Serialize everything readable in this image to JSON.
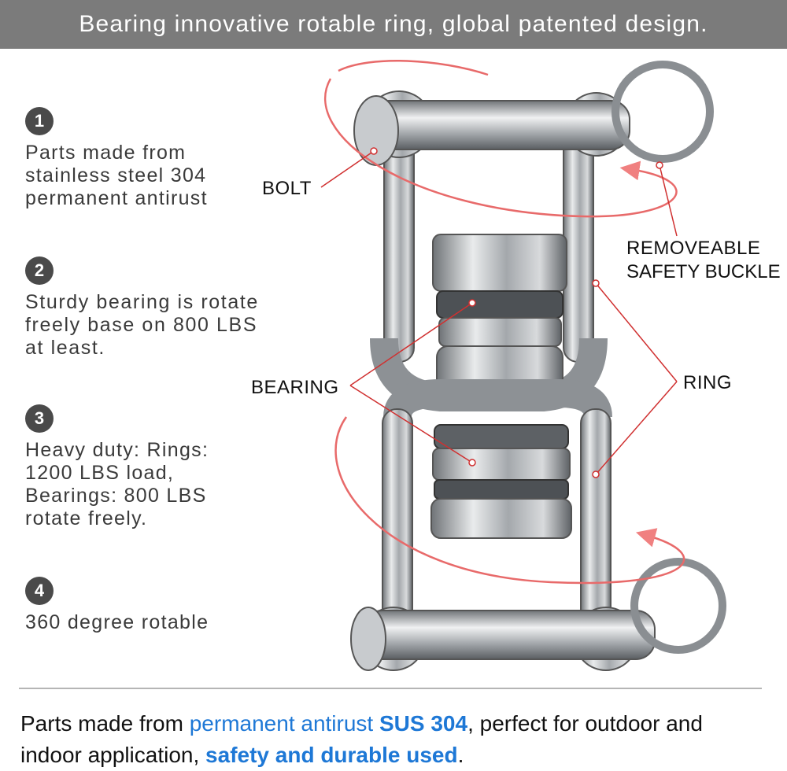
{
  "header": {
    "title": "Bearing innovative rotable ring, global patented design."
  },
  "features": [
    {
      "number": "1",
      "text": "Parts made from stainless steel 304 permanent antirust"
    },
    {
      "number": "2",
      "text": "Sturdy bearing is rotate freely base on 800 LBS at least."
    },
    {
      "number": "3",
      "text": "Heavy duty: Rings: 1200 LBS load, Bearings: 800 LBS rotate freely."
    },
    {
      "number": "4",
      "text": "360 degree rotable"
    }
  ],
  "labels": {
    "bolt": "BOLT",
    "buckle_line1": "REMOVEABLE",
    "buckle_line2": "SAFETY BUCKLE",
    "bearing": "BEARING",
    "ring": "RING"
  },
  "footer": {
    "part1": "Parts made from ",
    "part2": "permanent antirust ",
    "part3": "SUS 304",
    "part4": ", perfect for outdoor and indoor application, ",
    "part5": "safety and durable used",
    "part6": "."
  },
  "colors": {
    "header_bg": "#7b7b7b",
    "accent_blue": "#1e78d6",
    "arrow_red": "#e86a6a",
    "steel": "#b0b4b8"
  }
}
